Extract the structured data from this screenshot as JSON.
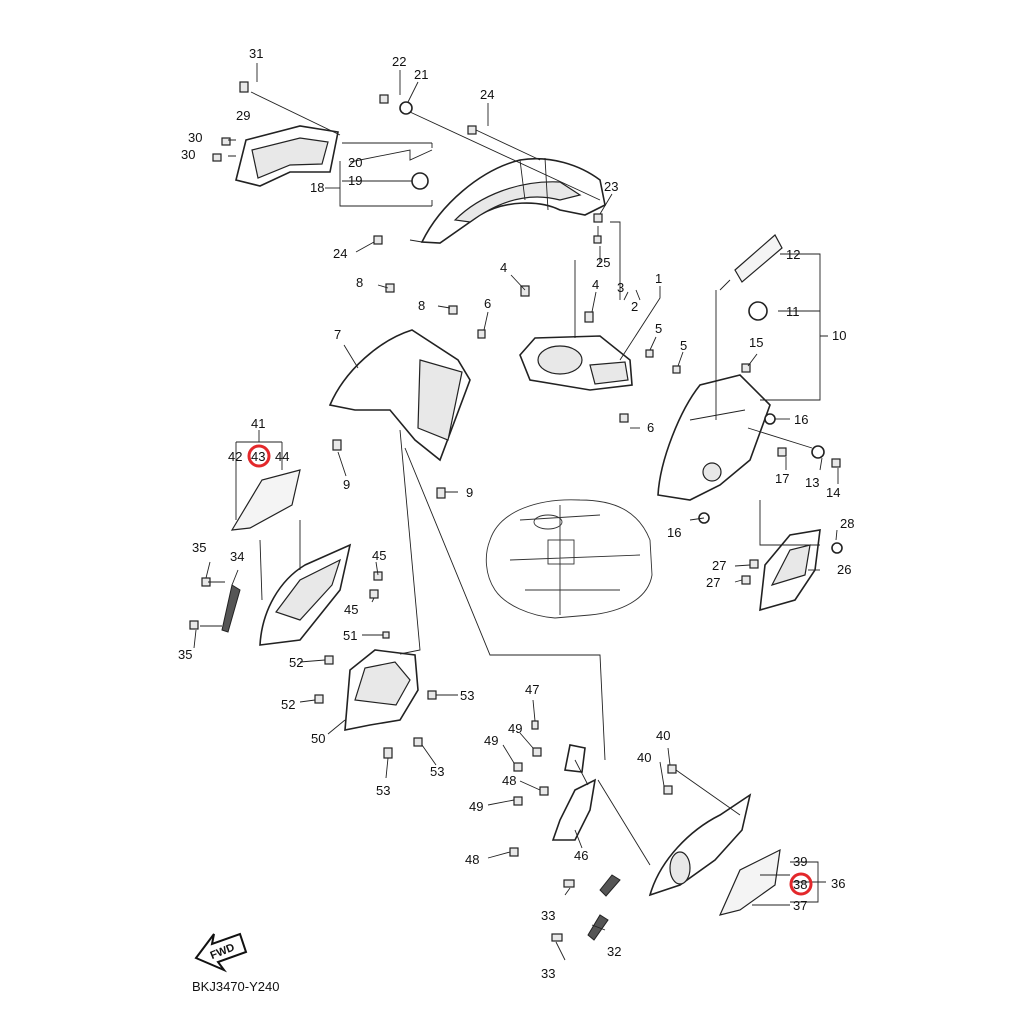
{
  "diagram": {
    "code": "BKJ3470-Y240",
    "direction": "FWD",
    "highlight_color": "#e3282b",
    "highlighted_parts": [
      "43",
      "38"
    ],
    "labels": {
      "p1": "1",
      "p2": "2",
      "p3": "3",
      "p4a": "4",
      "p4b": "4",
      "p5a": "5",
      "p5b": "5",
      "p6a": "6",
      "p6b": "6",
      "p7": "7",
      "p8a": "8",
      "p8b": "8",
      "p9a": "9",
      "p9b": "9",
      "p10": "10",
      "p11": "11",
      "p12": "12",
      "p13": "13",
      "p14": "14",
      "p15": "15",
      "p16a": "16",
      "p16b": "16",
      "p17": "17",
      "p18": "18",
      "p19": "19",
      "p20": "20",
      "p21": "21",
      "p22": "22",
      "p23": "23",
      "p24a": "24",
      "p24b": "24",
      "p25": "25",
      "p26": "26",
      "p27a": "27",
      "p27b": "27",
      "p28": "28",
      "p29": "29",
      "p30a": "30",
      "p30b": "30",
      "p31": "31",
      "p32": "32",
      "p33a": "33",
      "p33b": "33",
      "p34": "34",
      "p35a": "35",
      "p35b": "35",
      "p36": "36",
      "p37": "37",
      "p38": "38",
      "p39": "39",
      "p40a": "40",
      "p40b": "40",
      "p41": "41",
      "p42": "42",
      "p43": "43",
      "p44": "44",
      "p45a": "45",
      "p45b": "45",
      "p46": "46",
      "p47": "47",
      "p48a": "48",
      "p48b": "48",
      "p49a": "49",
      "p49b": "49",
      "p49c": "49",
      "p50": "50",
      "p51": "51",
      "p52a": "52",
      "p52b": "52",
      "p53a": "53",
      "p53b": "53",
      "p53c": "53"
    }
  }
}
